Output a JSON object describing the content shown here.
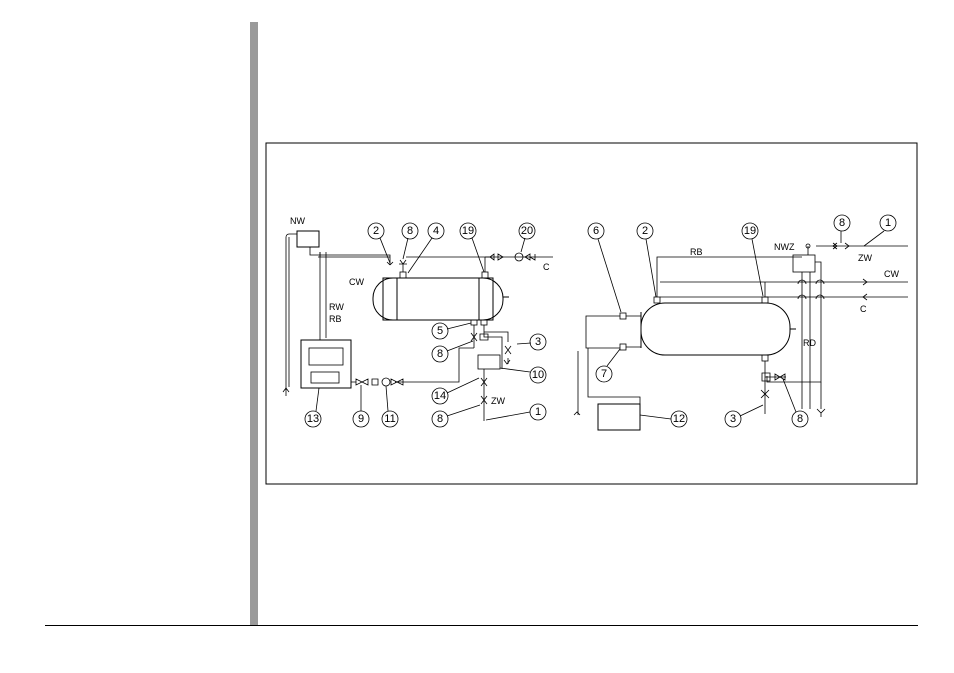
{
  "colors": {
    "margin_bar": "#9a9a9a",
    "line": "#000000",
    "background": "#ffffff"
  },
  "diagram_left": {
    "labels": {
      "nw": "NW",
      "cw": "CW",
      "c": "C",
      "rw": "RW",
      "rb": "RB",
      "zw": "ZW"
    },
    "callouts": [
      "2",
      "8",
      "4",
      "19",
      "20",
      "5",
      "8",
      "3",
      "10",
      "14",
      "8",
      "1",
      "13",
      "9",
      "11"
    ]
  },
  "diagram_right": {
    "labels": {
      "rb": "RB",
      "nwz": "NWZ",
      "zw": "ZW",
      "cw": "CW",
      "c": "C",
      "rd": "RD"
    },
    "callouts": [
      "6",
      "2",
      "19",
      "8",
      "1",
      "7",
      "12",
      "3",
      "8"
    ]
  }
}
